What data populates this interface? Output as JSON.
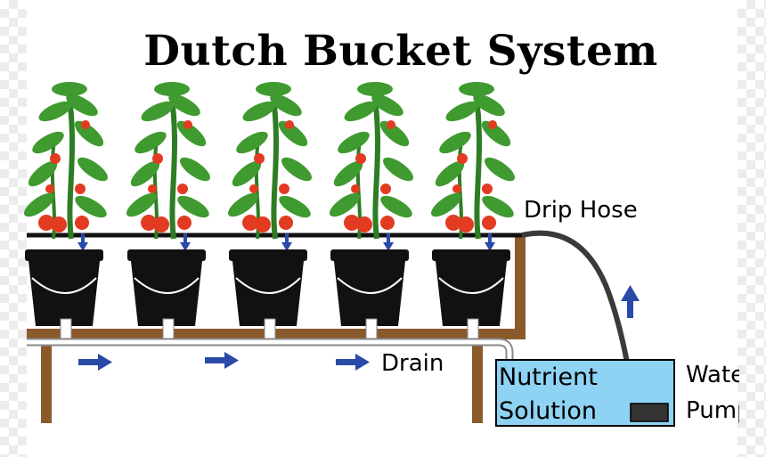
{
  "diagram": {
    "title": "Dutch Bucket System",
    "labels": {
      "drip_hose": "Drip Hose",
      "drain": "Drain",
      "nutrient_line1": "Nutrient",
      "nutrient_line2": "Solution",
      "water_pump_line1": "Water",
      "water_pump_line2": "Pump"
    },
    "bucket_count": 5,
    "colors": {
      "wood": "#8b5a2b",
      "bucket": "#111111",
      "leaf": "#3f9a2f",
      "stem": "#2e7d24",
      "tomato": "#e23b22",
      "arrow": "#2a4aa8",
      "tank": "#8fd3f4",
      "hose": "#3a3a3a"
    },
    "icons": [
      "flow-arrow-icon",
      "tomato-plant-icon",
      "bucket-icon",
      "pump-icon"
    ]
  }
}
